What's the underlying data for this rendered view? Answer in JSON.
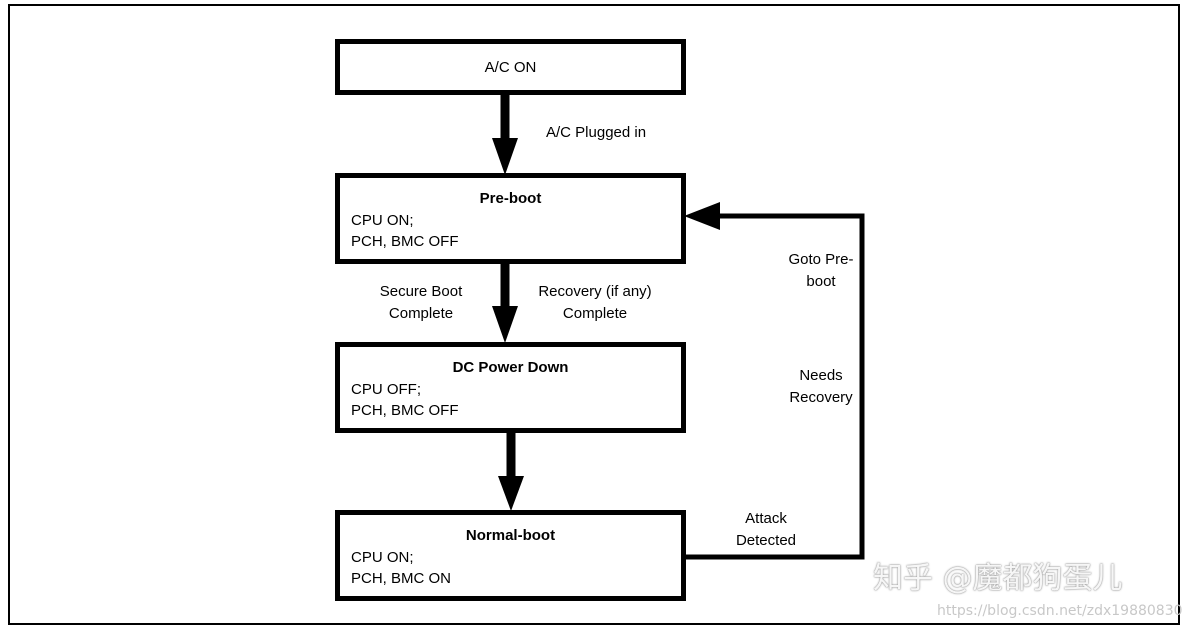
{
  "nodes": {
    "ac_on": {
      "title": "A/C ON"
    },
    "preboot": {
      "title": "Pre-boot",
      "lines": [
        "CPU ON;",
        "PCH, BMC OFF"
      ]
    },
    "dc_power_down": {
      "title": "DC Power Down",
      "lines": [
        "CPU OFF;",
        "PCH, BMC OFF"
      ]
    },
    "normal_boot": {
      "title": "Normal-boot",
      "lines": [
        "CPU ON;",
        "PCH, BMC ON"
      ]
    }
  },
  "edges": {
    "ac_plugged": "A/C Plugged in",
    "secure_boot": [
      "Secure Boot",
      "Complete"
    ],
    "recovery": [
      "Recovery (if any)",
      "Complete"
    ],
    "goto_preboot": [
      "Goto Pre-",
      "boot"
    ],
    "needs_recovery": [
      "Needs",
      "Recovery"
    ],
    "attack_detected": [
      "Attack",
      "Detected"
    ]
  },
  "watermark": {
    "main": "知乎 @魔都狗蛋儿",
    "url": "https://blog.csdn.net/zdx19880830"
  }
}
